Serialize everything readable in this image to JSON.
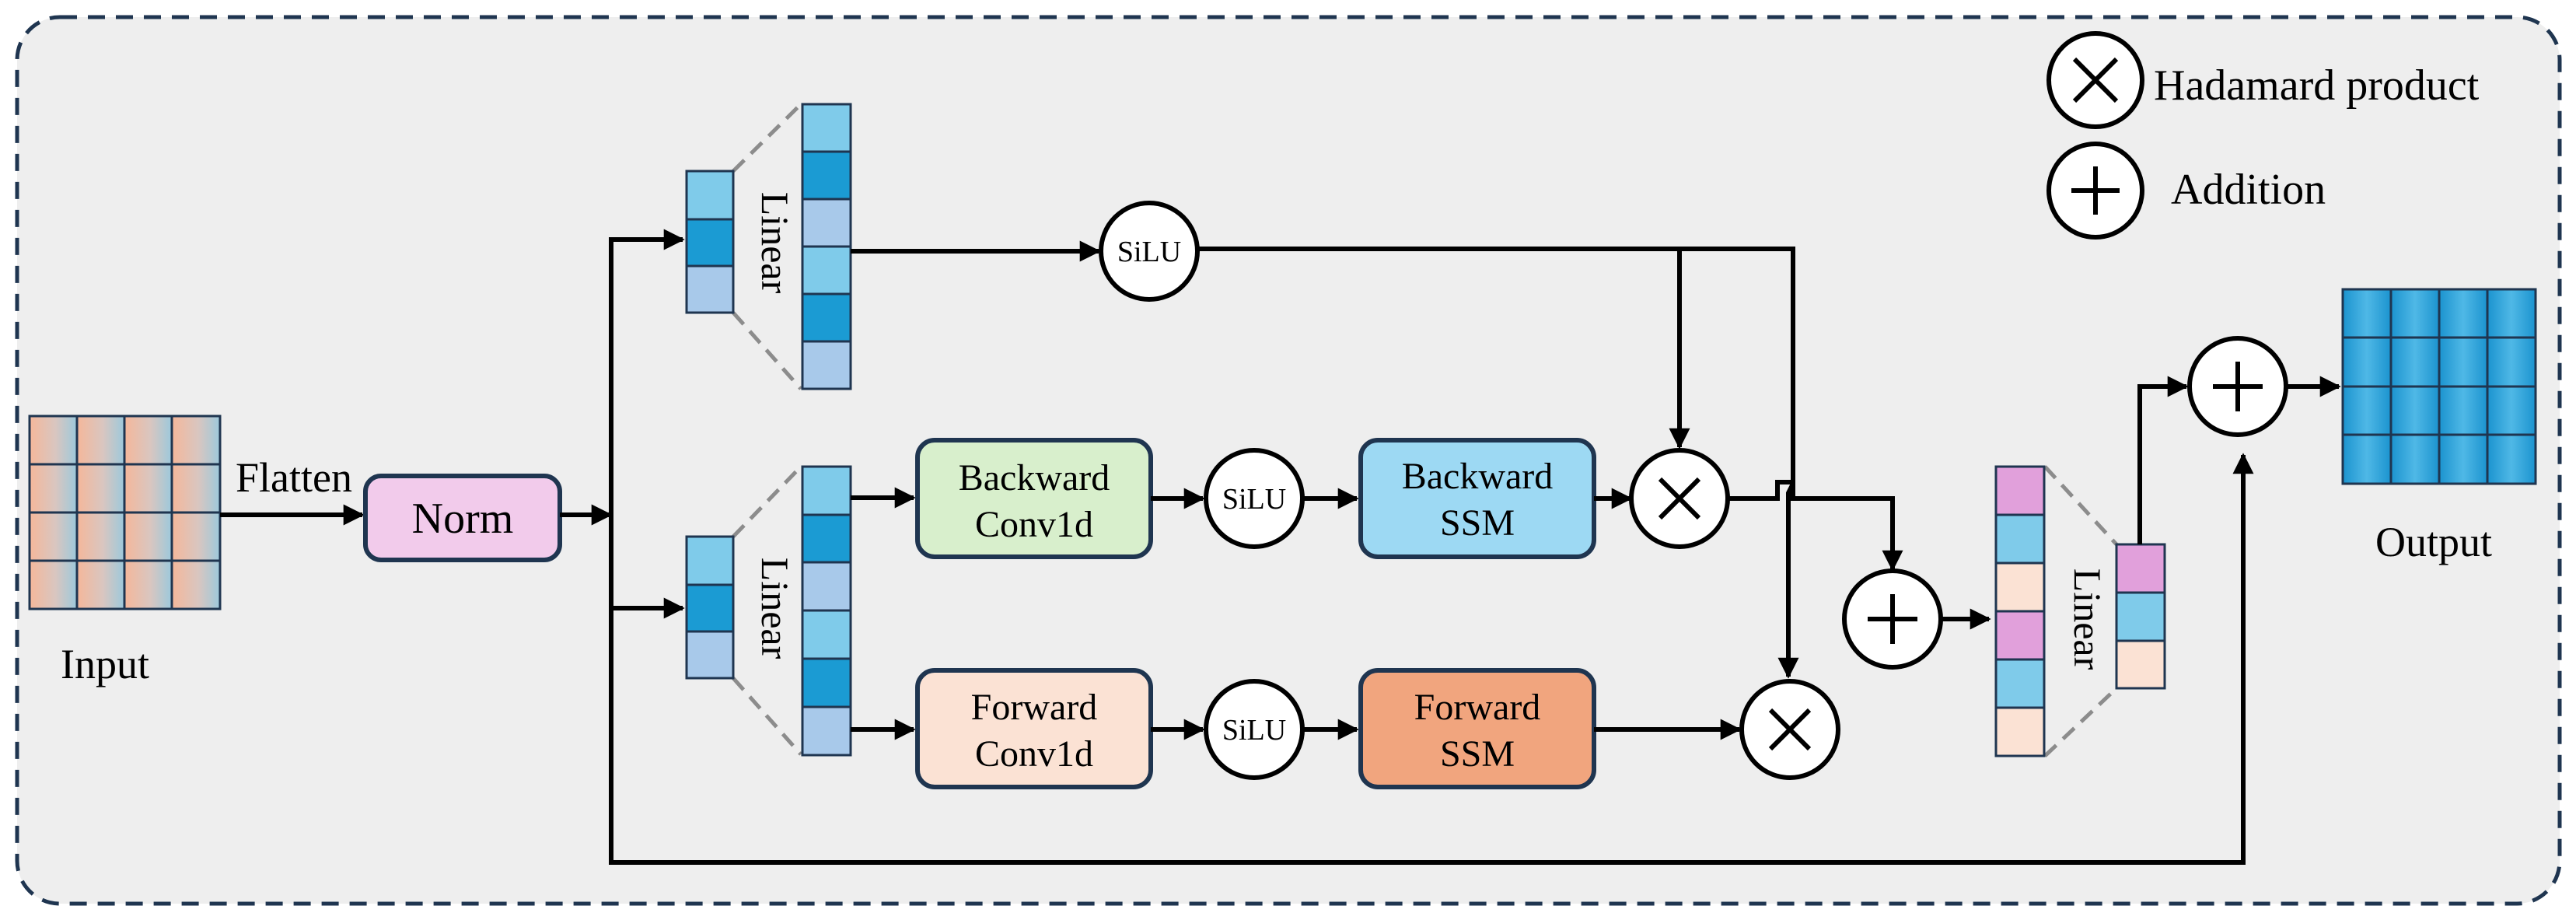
{
  "legend": {
    "hadamard_label": "Hadamard product",
    "addition_label": "Addition"
  },
  "labels": {
    "input": "Input",
    "flatten": "Flatten",
    "norm": "Norm",
    "linear_top": "Linear",
    "linear_mid": "Linear",
    "linear_out": "Linear",
    "silu_top": "SiLU",
    "silu_backward": "SiLU",
    "silu_forward": "SiLU",
    "backward_conv_line1": "Backward",
    "backward_conv_line2": "Conv1d",
    "forward_conv_line1": "Forward",
    "forward_conv_line2": "Conv1d",
    "backward_ssm_line1": "Backward",
    "backward_ssm_line2": "SSM",
    "forward_ssm_line1": "Forward",
    "forward_ssm_line2": "SSM",
    "output": "Output"
  },
  "colors": {
    "background": "#eeeeee",
    "border": "#1f3550",
    "norm": "#f2cbeb",
    "backward_conv": "#d8efcc",
    "forward_conv": "#fbe2d4",
    "backward_ssm": "#9dd9f3",
    "forward_ssm": "#f1a57e",
    "cell_light": "#7fcbea",
    "cell_dark": "#1b9bd3",
    "cell_pale": "#a8c9ea",
    "cell_pink": "#e1a0db",
    "cell_peach": "#fbe2d4",
    "output_cell": "#2ea3db",
    "input_peach": "#f5b79a",
    "input_blue": "#9cc9dc"
  },
  "icons": {
    "multiply": "circle-x-icon",
    "add": "circle-plus-icon"
  }
}
